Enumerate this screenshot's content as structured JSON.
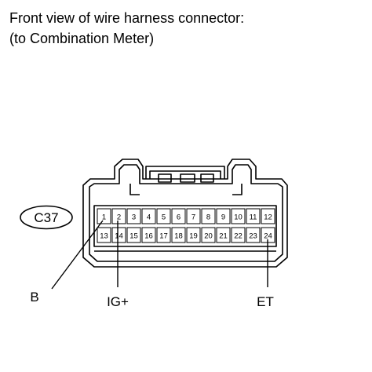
{
  "title": {
    "line1": "Front view of wire harness connector:",
    "line2": "(to Combination Meter)"
  },
  "connector": {
    "code": "C37",
    "row_top": [
      "1",
      "2",
      "3",
      "4",
      "5",
      "6",
      "7",
      "8",
      "9",
      "10",
      "11",
      "12"
    ],
    "row_bottom": [
      "13",
      "14",
      "15",
      "16",
      "17",
      "18",
      "19",
      "20",
      "21",
      "22",
      "23",
      "24"
    ]
  },
  "callouts": [
    {
      "label": "B",
      "pin": "1"
    },
    {
      "label": "IG+",
      "pin": "2"
    },
    {
      "label": "ET",
      "pin": "24"
    }
  ]
}
